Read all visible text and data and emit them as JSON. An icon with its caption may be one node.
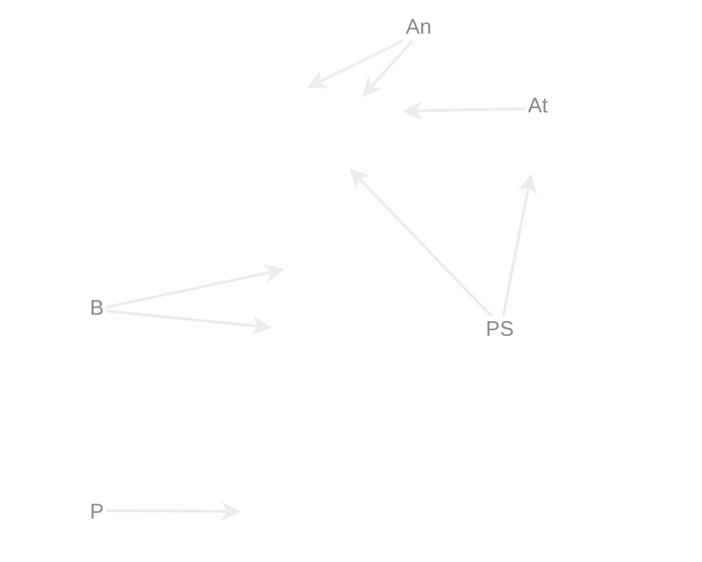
{
  "diagram": {
    "nodes": [
      {
        "text": [
          "An"
        ]
      },
      {
        "text": [
          "At"
        ]
      },
      {
        "text": [
          "B"
        ]
      },
      {
        "text": [
          "PS"
        ]
      },
      {
        "text": [
          "P"
        ]
      }
    ],
    "edges": [
      {
        "from": 0,
        "to": null,
        "arrow": "to"
      },
      {
        "from": 0,
        "to": null,
        "arrow": "to"
      },
      {
        "from": 1,
        "to": null,
        "arrow": "to"
      },
      {
        "from": 3,
        "to": null,
        "arrow": "to"
      },
      {
        "from": 3,
        "to": null,
        "arrow": "to"
      },
      {
        "from": 2,
        "to": null,
        "arrow": "to"
      },
      {
        "from": 2,
        "to": null,
        "arrow": "to"
      },
      {
        "from": 4,
        "to": null,
        "arrow": "to"
      }
    ]
  }
}
